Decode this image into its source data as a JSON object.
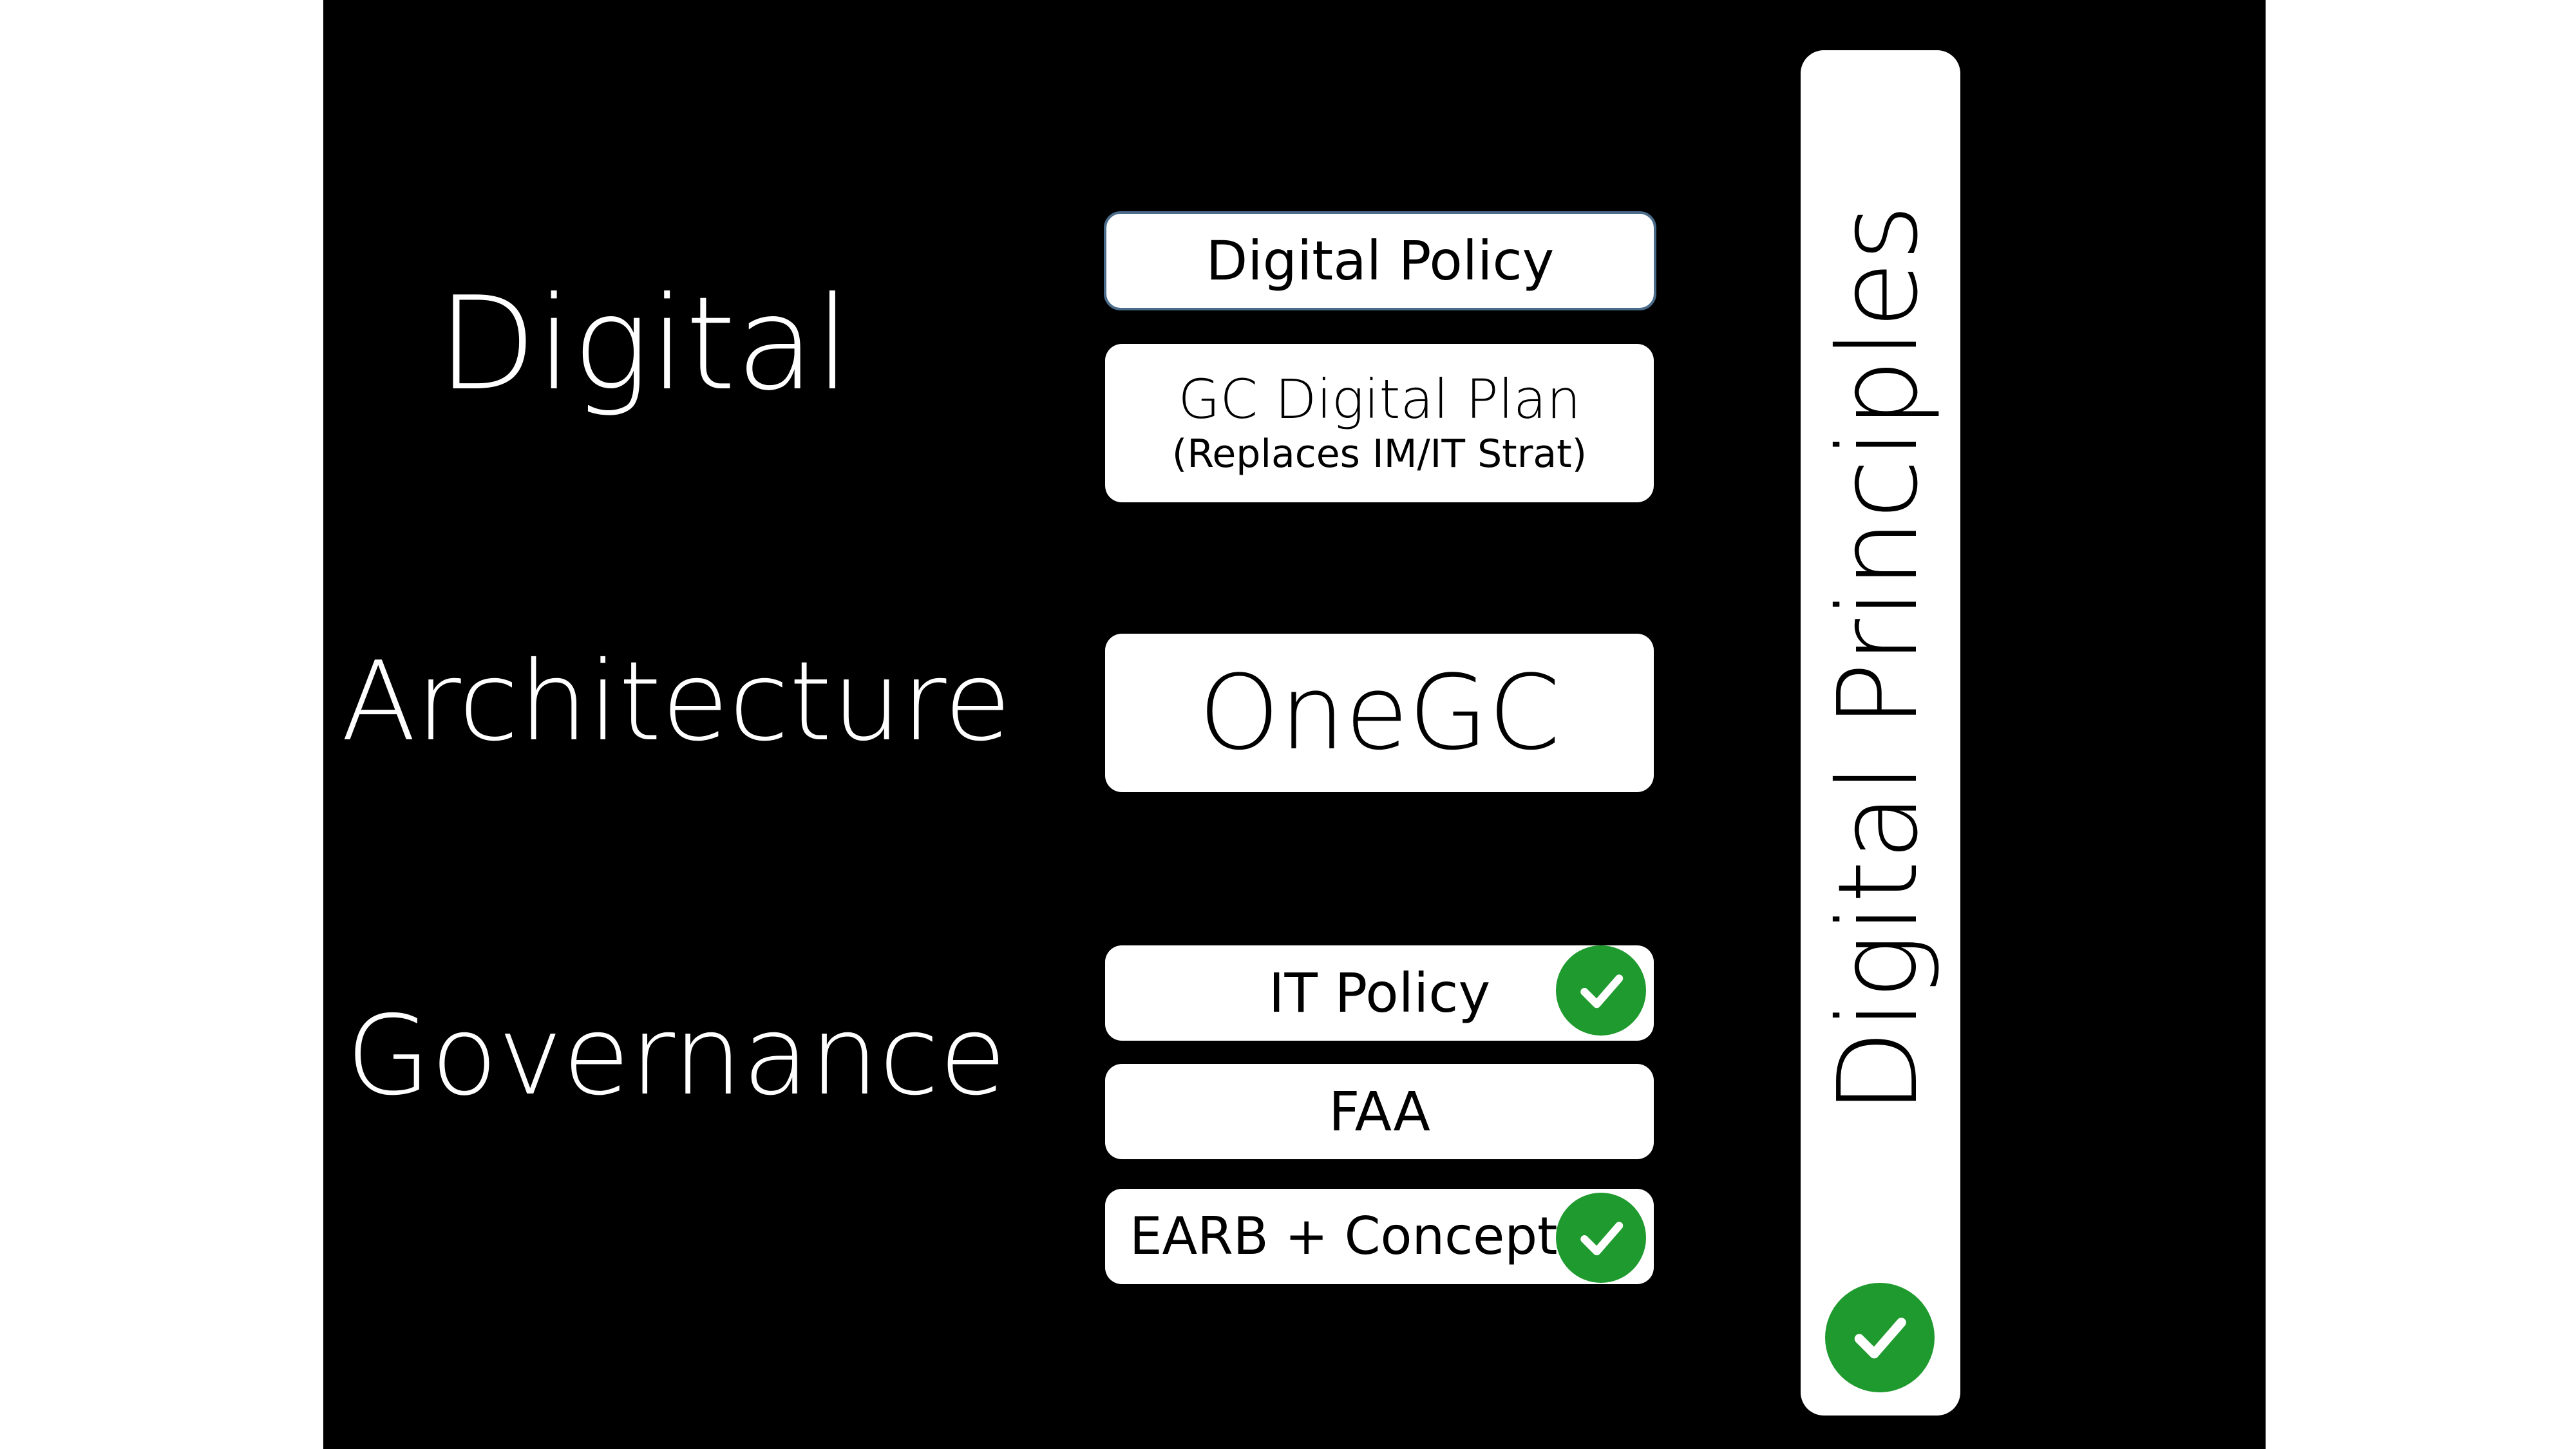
{
  "row_labels": {
    "digital": "Digital",
    "architecture": "Architecture",
    "governance": "Governance"
  },
  "digital_boxes": {
    "policy": "Digital Policy",
    "plan_title": "GC Digital Plan",
    "plan_subtitle": "(Replaces IM/IT Strat)"
  },
  "architecture_box": "OneGC",
  "governance_boxes": {
    "it_policy": "IT Policy",
    "faa": "FAA",
    "earb": "EARB + Concept"
  },
  "principles_bar": {
    "label": "Digital Principles"
  },
  "colors": {
    "background": "#000000",
    "box": "#ffffff",
    "check": "#1f9a2e",
    "outline": "#4a6b8a"
  },
  "icons": [
    "check-icon"
  ]
}
